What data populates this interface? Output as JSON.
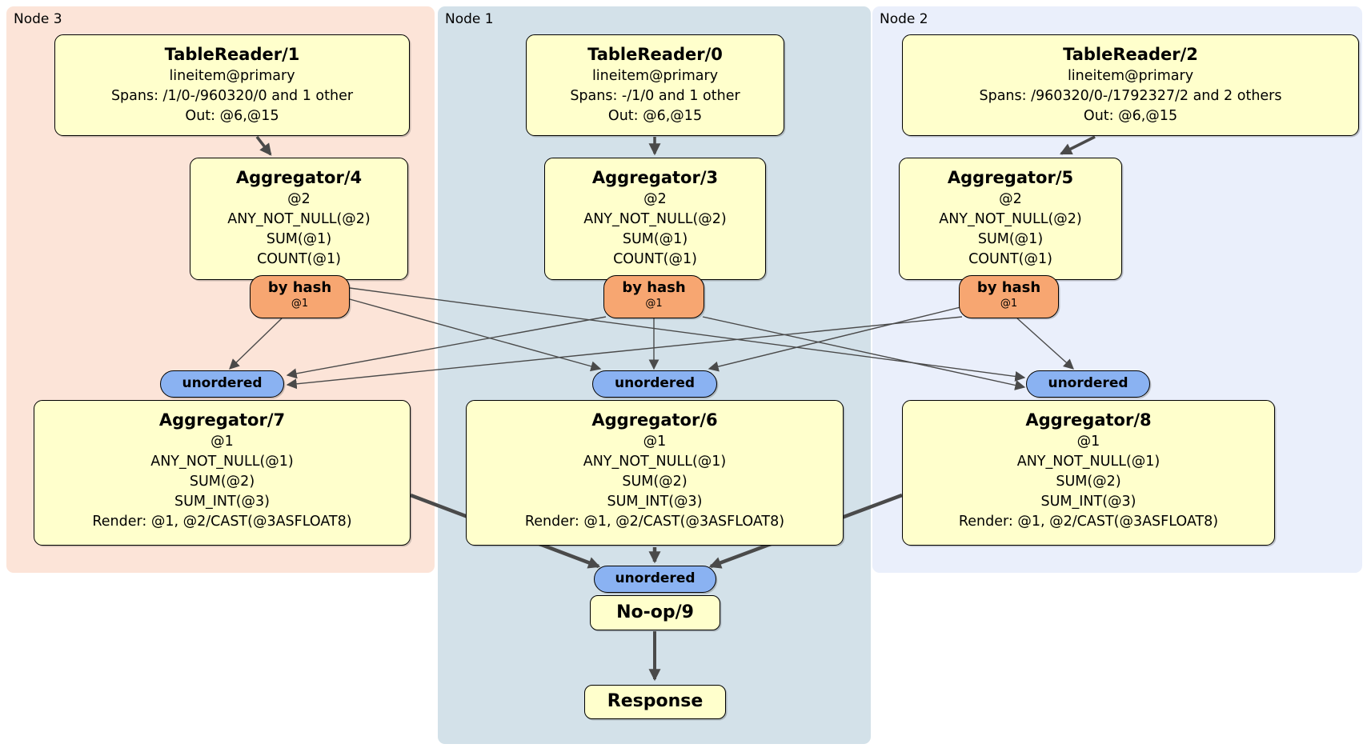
{
  "panels": [
    {
      "label": "Node 3"
    },
    {
      "label": "Node 1"
    },
    {
      "label": "Node 2"
    }
  ],
  "router": {
    "label": "by hash",
    "sub": "@1"
  },
  "sync": {
    "label": "unordered"
  },
  "boxes": {
    "tr1": {
      "title": "TableReader/1",
      "lines": [
        "lineitem@primary",
        "Spans: /1/0-/960320/0 and 1 other",
        "Out: @6,@15"
      ]
    },
    "tr0": {
      "title": "TableReader/0",
      "lines": [
        "lineitem@primary",
        "Spans: -/1/0 and 1 other",
        "Out: @6,@15"
      ]
    },
    "tr2": {
      "title": "TableReader/2",
      "lines": [
        "lineitem@primary",
        "Spans: /960320/0-/1792327/2 and 2 others",
        "Out: @6,@15"
      ]
    },
    "agg4": {
      "title": "Aggregator/4",
      "lines": [
        "@2",
        "ANY_NOT_NULL(@2)",
        "SUM(@1)",
        "COUNT(@1)"
      ]
    },
    "agg3": {
      "title": "Aggregator/3",
      "lines": [
        "@2",
        "ANY_NOT_NULL(@2)",
        "SUM(@1)",
        "COUNT(@1)"
      ]
    },
    "agg5": {
      "title": "Aggregator/5",
      "lines": [
        "@2",
        "ANY_NOT_NULL(@2)",
        "SUM(@1)",
        "COUNT(@1)"
      ]
    },
    "agg7": {
      "title": "Aggregator/7",
      "lines": [
        "@1",
        "ANY_NOT_NULL(@1)",
        "SUM(@2)",
        "SUM_INT(@3)",
        "Render: @1, @2/CAST(@3ASFLOAT8)"
      ]
    },
    "agg6": {
      "title": "Aggregator/6",
      "lines": [
        "@1",
        "ANY_NOT_NULL(@1)",
        "SUM(@2)",
        "SUM_INT(@3)",
        "Render: @1, @2/CAST(@3ASFLOAT8)"
      ]
    },
    "agg8": {
      "title": "Aggregator/8",
      "lines": [
        "@1",
        "ANY_NOT_NULL(@1)",
        "SUM(@2)",
        "SUM_INT(@3)",
        "Render: @1, @2/CAST(@3ASFLOAT8)"
      ]
    },
    "noop": {
      "title": "No-op/9"
    },
    "response": {
      "title": "Response"
    }
  },
  "colors": {
    "node3_bg": "#fce4d8",
    "node1_bg": "#d3e1e9",
    "node2_bg": "#eaeffb",
    "processor_bg": "#ffffcc",
    "router_bg": "#f7a671",
    "sync_bg": "#8ab2f2",
    "edge": "#4a4a4a"
  }
}
